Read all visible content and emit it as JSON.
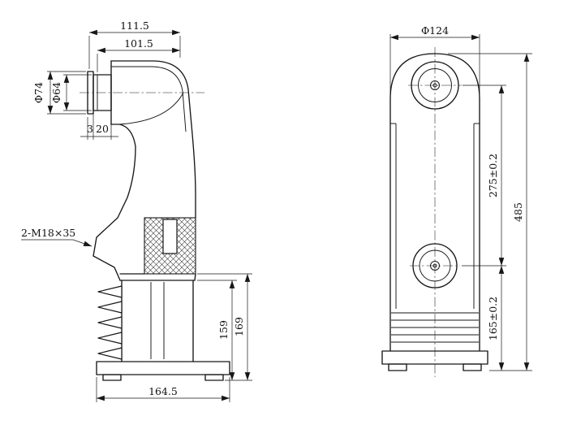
{
  "drawing": {
    "left_view": {
      "top_width": "111.5",
      "inner_width": "101.5",
      "flange_dia": "Φ74",
      "tube_dia": "Φ64",
      "collar_width": "3",
      "neck_width": "20",
      "thread_note": "2-M18×35",
      "skirt_height": "159",
      "lower_height": "169",
      "base_width": "164.5"
    },
    "right_view": {
      "head_dia": "Φ124",
      "center_distance": "275±0.2",
      "total_height": "485",
      "base_center_height": "165±0.2"
    }
  }
}
